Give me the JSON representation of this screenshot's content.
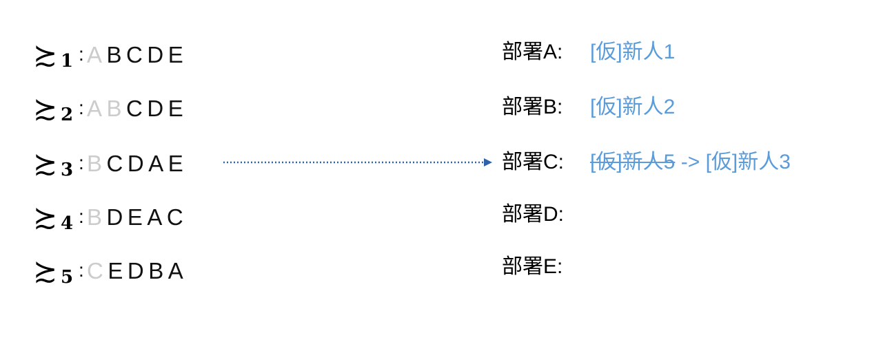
{
  "preferences": [
    {
      "symbol": "≿",
      "sub": "1",
      "excluded": [
        "A"
      ],
      "ranking": [
        "B",
        "C",
        "D",
        "E"
      ]
    },
    {
      "symbol": "≿",
      "sub": "2",
      "excluded": [
        "A",
        "B"
      ],
      "ranking": [
        "C",
        "D",
        "E"
      ]
    },
    {
      "symbol": "≿",
      "sub": "3",
      "excluded": [
        "B"
      ],
      "ranking": [
        "C",
        "D",
        "A",
        "E"
      ]
    },
    {
      "symbol": "≿",
      "sub": "4",
      "excluded": [
        "B"
      ],
      "ranking": [
        "D",
        "E",
        "A",
        "C"
      ]
    },
    {
      "symbol": "≿",
      "sub": "5",
      "excluded": [
        "C"
      ],
      "ranking": [
        "E",
        "D",
        "B",
        "A"
      ]
    }
  ],
  "departments": [
    {
      "label": "部署A:",
      "assigned": "[仮]新人1",
      "previous": ""
    },
    {
      "label": "部署B:",
      "assigned": "[仮]新人2",
      "previous": ""
    },
    {
      "label": "部署C:",
      "assigned": "[仮]新人3",
      "previous": "[仮]新人5",
      "transition": "->"
    },
    {
      "label": "部署D:",
      "assigned": "",
      "previous": ""
    },
    {
      "label": "部署E:",
      "assigned": "",
      "previous": ""
    }
  ],
  "colors": {
    "assigned_text": "#5a9bd8",
    "excluded_text": "#cccccc",
    "arrow": "#2f62ab"
  }
}
